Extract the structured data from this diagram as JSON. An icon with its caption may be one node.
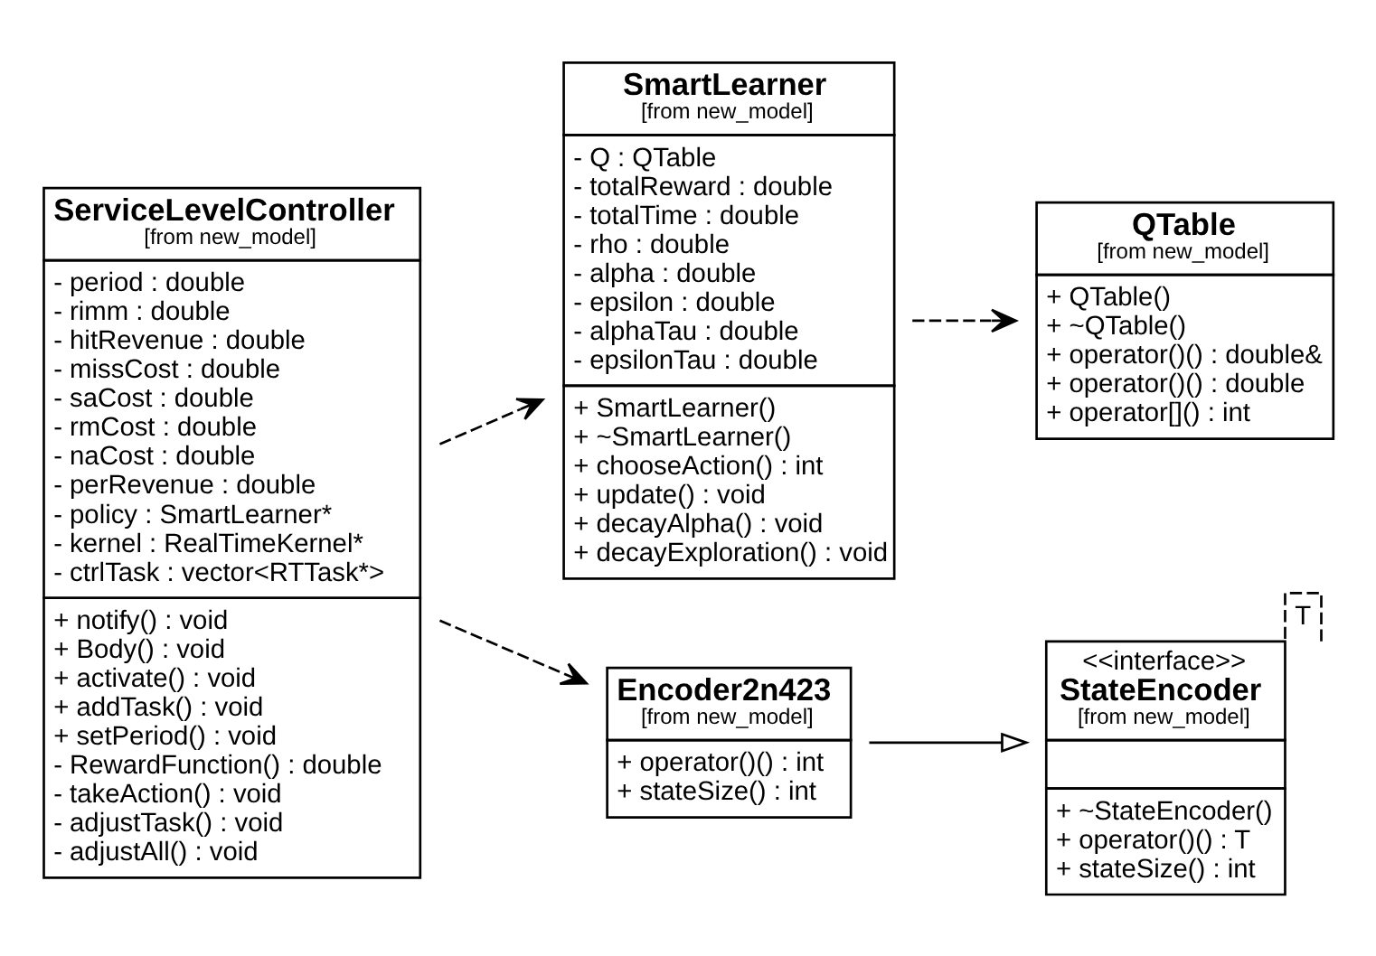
{
  "diagram": {
    "nodes": [
      {
        "text": [
          "ServiceLevelController",
          "[from new_model]",
          "- period : double",
          "- rimm : double",
          "- hitRevenue : double",
          "- missCost : double",
          "- saCost : double",
          "- rmCost : double",
          "- naCost : double",
          "- perRevenue : double",
          "- policy : SmartLearner*",
          "- kernel : RealTimeKernel*",
          "- ctrlTask : vector<RTTask*>",
          "+ notify() : void",
          "+ Body() : void",
          "+ activate() : void",
          "+ addTask() : void",
          "+ setPeriod() : void",
          "- RewardFunction() : double",
          "- takeAction() : void",
          "- adjustTask() : void",
          "- adjustAll() : void"
        ]
      },
      {
        "text": [
          "SmartLearner",
          "[from new_model]",
          "- Q : QTable",
          "- totalReward : double",
          "- totalTime : double",
          "- rho : double",
          "- alpha : double",
          "- epsilon : double",
          "- alphaTau : double",
          "- epsilonTau : double",
          "+ SmartLearner()",
          "+ ~SmartLearner()",
          "+ chooseAction() : int",
          "+ update() : void",
          "+ decayAlpha() : void",
          "+ decayExploration() : void"
        ]
      },
      {
        "text": [
          "QTable",
          "[from new_model]",
          "+ QTable()",
          "+ ~QTable()",
          "+ operator()() : double&",
          "+ operator()() : double",
          "+ operator[]() : int"
        ]
      },
      {
        "text": [
          "Encoder2n423",
          "[from new_model]",
          "+ operator()() : int",
          "+ stateSize() : int"
        ]
      },
      {
        "text": [
          "T",
          "<<interface>>",
          "StateEncoder",
          "[from new_model]",
          "+ ~StateEncoder()",
          "+ operator()() : T",
          "+ stateSize() : int"
        ]
      }
    ],
    "edges": [
      {
        "from": 0,
        "to": 1,
        "arrow": "to",
        "style": "dashed"
      },
      {
        "from": 1,
        "to": 2,
        "arrow": "to",
        "style": "dashed"
      },
      {
        "from": 0,
        "to": 3,
        "arrow": "to",
        "style": "dashed"
      },
      {
        "from": 3,
        "to": 4,
        "arrow": "to"
      }
    ]
  }
}
